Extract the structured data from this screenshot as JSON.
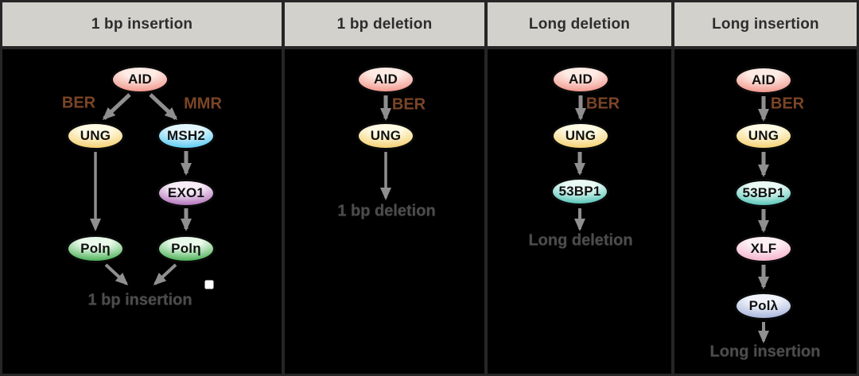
{
  "figure": {
    "type": "pathway-diagram",
    "panels": [
      {
        "header": "1 bp insertion",
        "branch_labels": {
          "left": "BER",
          "right": "MMR"
        },
        "nodes": {
          "aid": "AID",
          "ung": "UNG",
          "msh2": "MSH2",
          "exo1": "EXO1",
          "pol_eta_left": "Polη",
          "pol_eta_right": "Polη"
        },
        "outcome": "1 bp insertion"
      },
      {
        "header": "1 bp deletion",
        "branch_labels": {
          "left": "BER"
        },
        "nodes": {
          "aid": "AID",
          "ung": "UNG"
        },
        "outcome": "1 bp deletion"
      },
      {
        "header": "Long deletion",
        "branch_labels": {
          "left": "BER"
        },
        "nodes": {
          "aid": "AID",
          "ung": "UNG",
          "p53bp1": "53BP1"
        },
        "outcome": "Long deletion"
      },
      {
        "header": "Long insertion",
        "branch_labels": {
          "left": "BER"
        },
        "nodes": {
          "aid": "AID",
          "ung": "UNG",
          "p53bp1": "53BP1",
          "xlf": "XLF",
          "pol_lambda": "Polλ"
        },
        "outcome": "Long insertion"
      }
    ],
    "colors": {
      "frame": "#262626",
      "header_bg": "#d3d1cc",
      "header_text": "#2d2d2d",
      "panel_bg": "#000000",
      "arrow": "#8f8f8f",
      "branch_label": "#7b4526",
      "outcome_text": "#4c4c4c",
      "node_outline": "#0a0a0a",
      "node_fills": {
        "aid": {
          "light": "#fdebe4",
          "edge": "#f0897f"
        },
        "ung": {
          "light": "#fefae3",
          "edge": "#f3c95d"
        },
        "msh2": {
          "light": "#e2f6fd",
          "edge": "#45c3f0"
        },
        "exo1": {
          "light": "#f7ecf7",
          "edge": "#a75fb1"
        },
        "pol_eta": {
          "light": "#eafaea",
          "edge": "#2fa43c"
        },
        "p53bp1": {
          "light": "#e9faf5",
          "edge": "#3fbcae"
        },
        "xlf": {
          "light": "#fdf0f4",
          "edge": "#f4a9c5"
        },
        "pol_lambda": {
          "light": "#f0f3fb",
          "edge": "#9dabd6"
        }
      }
    }
  }
}
